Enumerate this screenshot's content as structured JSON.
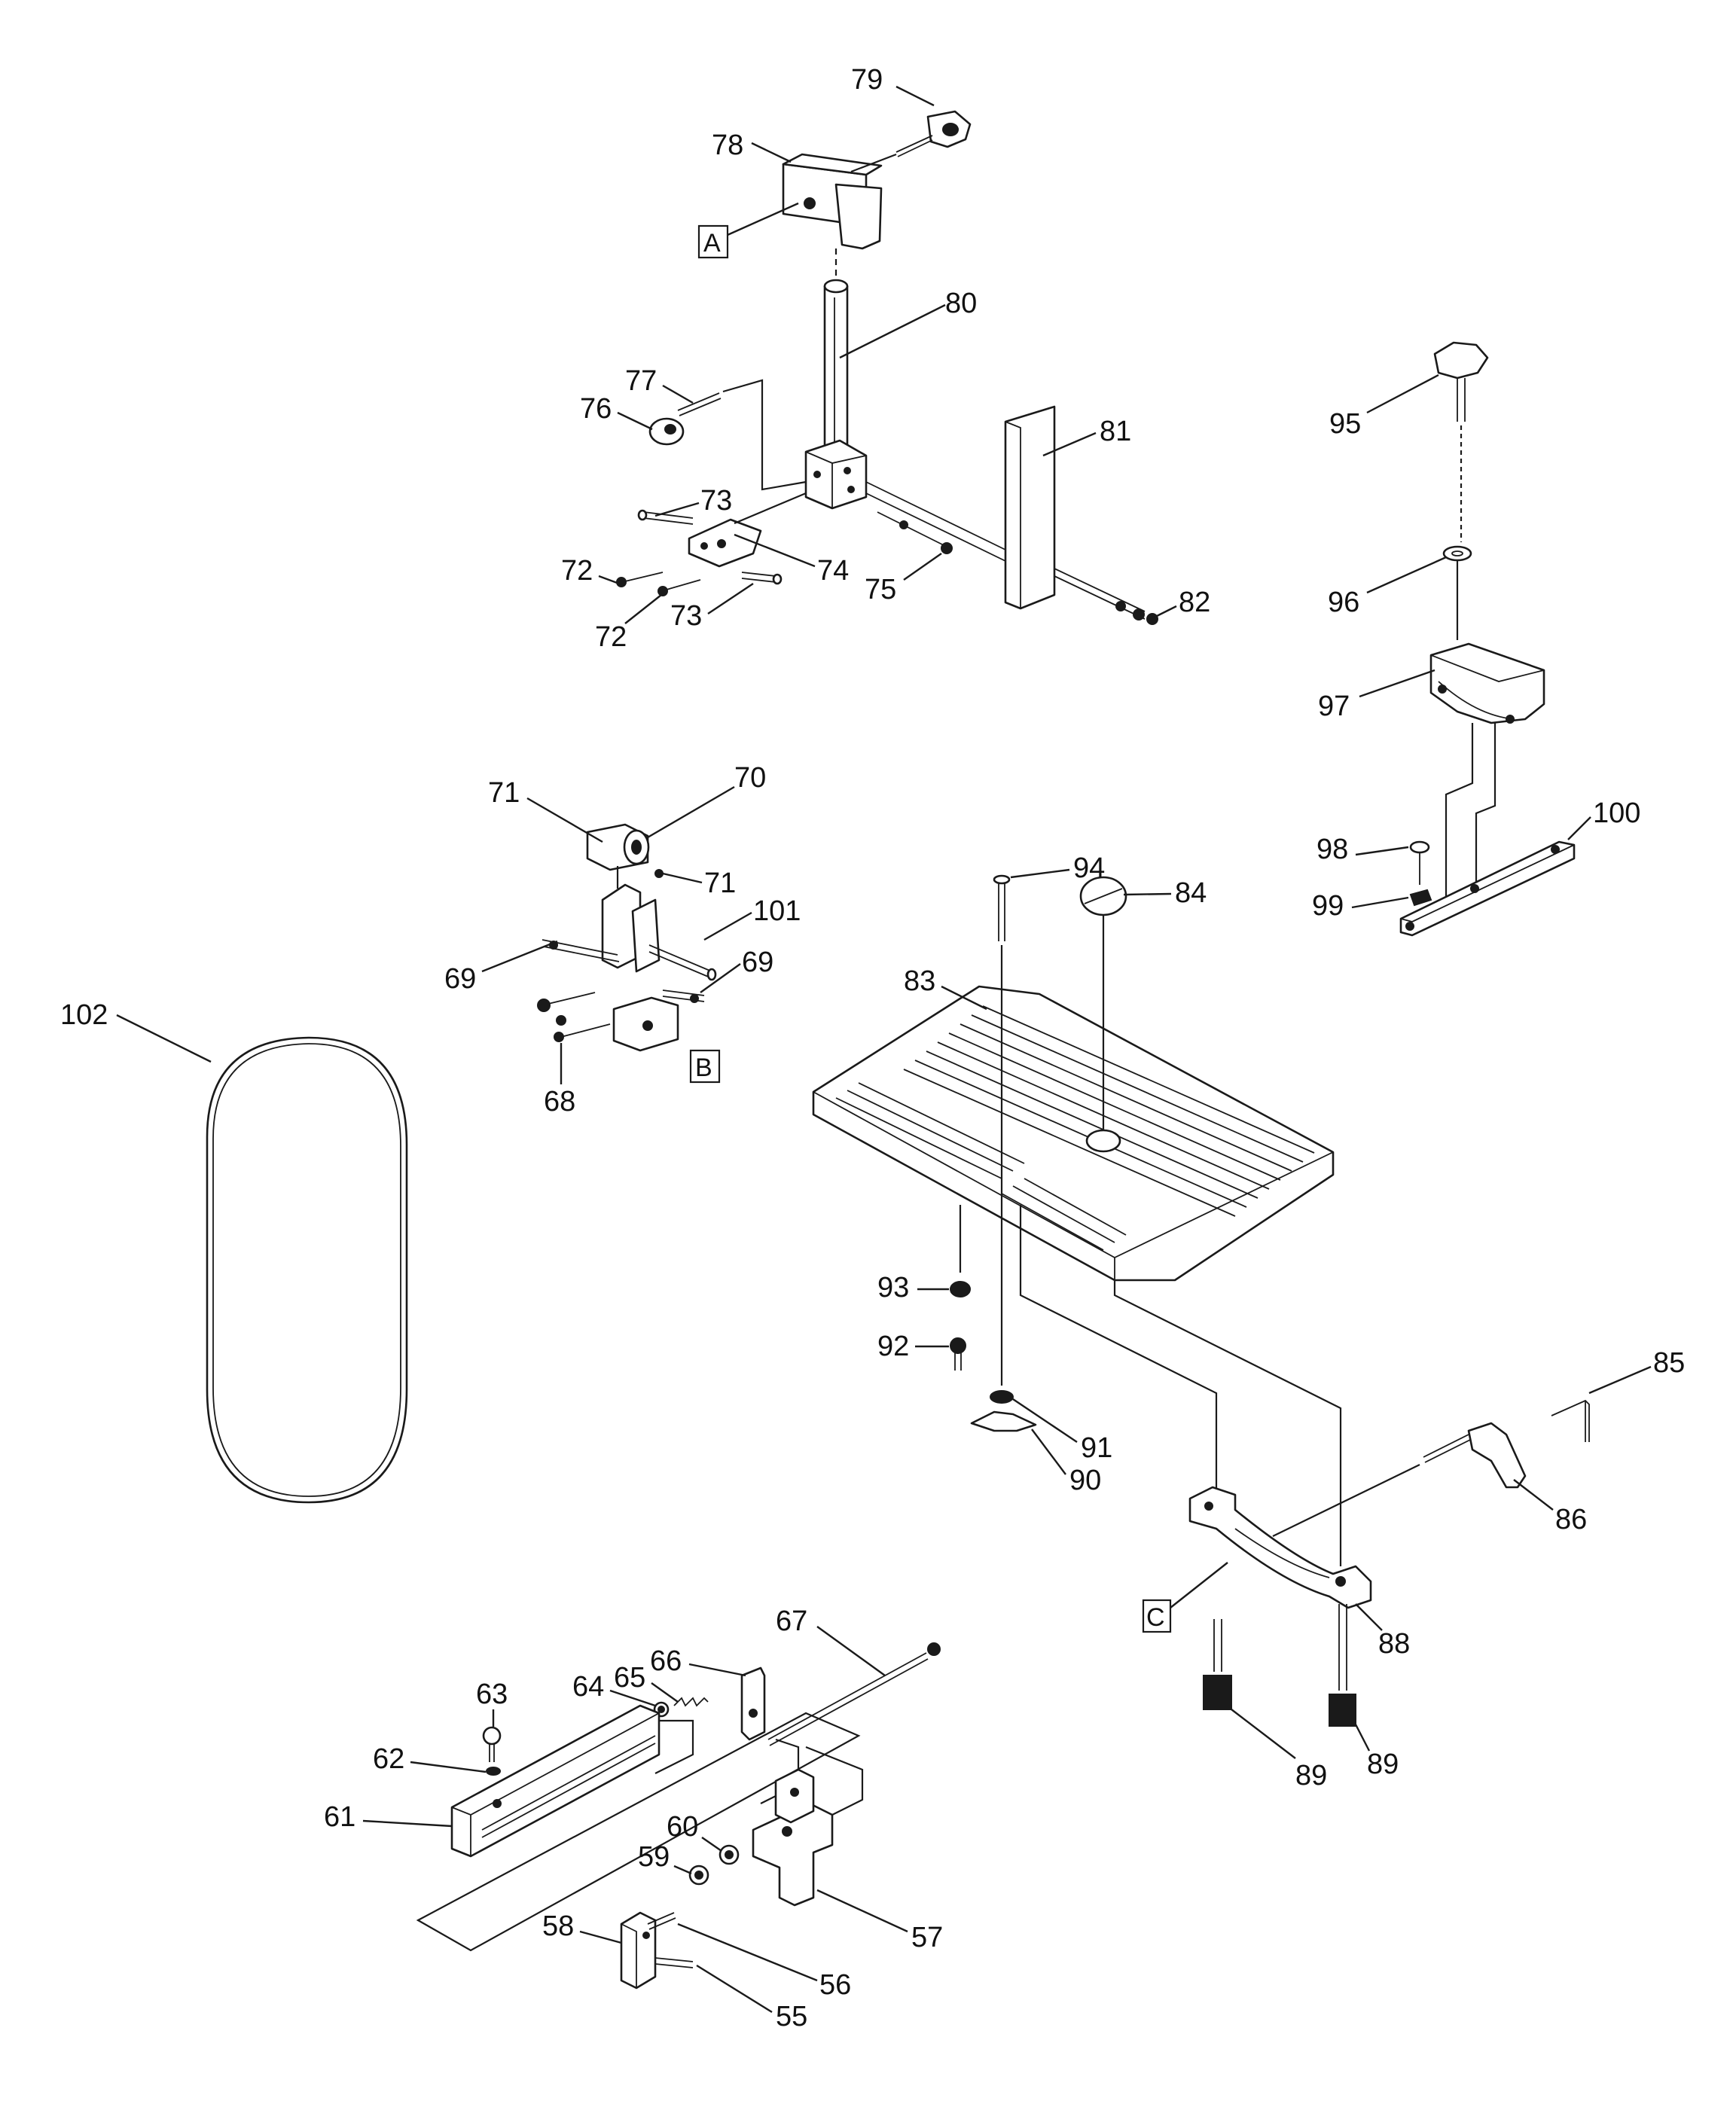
{
  "callouts": [
    "55",
    "56",
    "57",
    "58",
    "59",
    "60",
    "61",
    "62",
    "63",
    "64",
    "65",
    "66",
    "67",
    "68",
    "69",
    "69",
    "70",
    "71",
    "71",
    "72",
    "72",
    "73",
    "73",
    "74",
    "75",
    "76",
    "77",
    "78",
    "79",
    "80",
    "81",
    "82",
    "83",
    "84",
    "85",
    "86",
    "88",
    "89",
    "89",
    "90",
    "91",
    "92",
    "93",
    "94",
    "95",
    "96",
    "97",
    "98",
    "99",
    "100",
    "101",
    "102"
  ],
  "boxed_labels": [
    "A",
    "B",
    "C"
  ]
}
